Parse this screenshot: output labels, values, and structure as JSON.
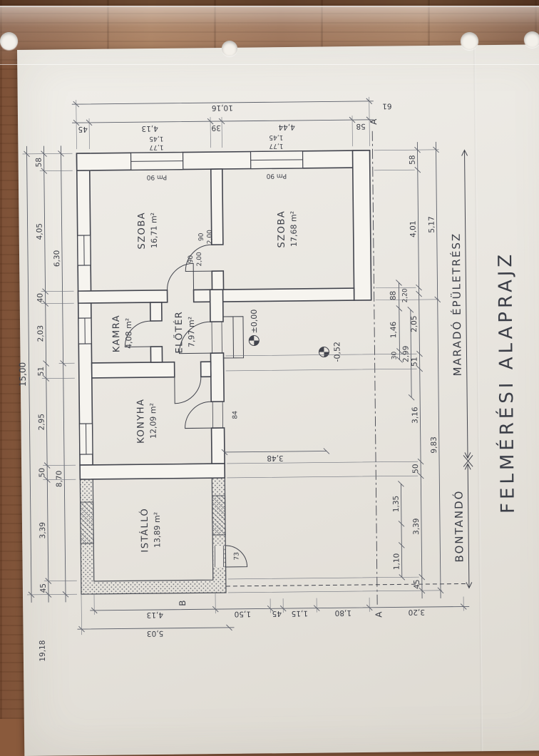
{
  "photo": {
    "description": "hand-drawn survey floor plan in a punched plastic sleeve lying on a wooden table",
    "colors": {
      "wood": "#96684a",
      "paper": "#eae7e1",
      "ink": "#3b3e47"
    }
  },
  "titles": {
    "main": "FELMÉRÉSI ALAPRAJZ",
    "remaining": "MARADÓ ÉPÜLETRÉSZ",
    "demolish": "BONTANDÓ"
  },
  "rooms": [
    {
      "name": "ISTÁLLÓ",
      "area": "13,89 m²"
    },
    {
      "name": "KONYHA",
      "area": "12,09 m²"
    },
    {
      "name": "KAMRA",
      "area": "4,08 m²"
    },
    {
      "name": "ELŐTÉR",
      "area": "7,97 m²"
    },
    {
      "name": "SZOBA",
      "area": "16,71 m²"
    },
    {
      "name": "SZOBA",
      "area": "17,68 m²"
    }
  ],
  "levels": {
    "zero": "±0,00",
    "minus": "-0,52"
  },
  "section": {
    "a": "A",
    "b": "B"
  },
  "corner_label": "19,18",
  "windows": {
    "width": "1,77",
    "height": "1,45",
    "parapet": "Pm 90"
  },
  "doors": {
    "stable": "73",
    "konyha": "84",
    "internal_w": "90",
    "internal_h": "2,00"
  },
  "dims": {
    "top": {
      "overall": "15,00",
      "sub": [
        "8,70",
        "6,30"
      ],
      "segments": [
        "45",
        "3,39",
        "50",
        "2,95",
        "51",
        "2,03",
        "40",
        "4,05",
        "58"
      ]
    },
    "right": {
      "overall": "10,16",
      "extra": "61",
      "segments": [
        "45",
        "4,13",
        "39",
        "4,44",
        "58"
      ]
    },
    "left": {
      "overall": "5,03",
      "segments": [
        "4,13",
        "1,50",
        "45",
        "1,15",
        "1,80",
        "3,20"
      ]
    },
    "bottom": {
      "row1a": [
        "1,10",
        "1,35"
      ],
      "row1b": [
        "30",
        "1,46",
        "88"
      ],
      "stacked": "2,20",
      "row1c": "2,99",
      "row2": [
        "45",
        "3,39",
        "50",
        "3,16",
        "51",
        "2,05",
        "4,01",
        "58"
      ],
      "row3": [
        "9,83",
        "5,17"
      ],
      "courtyard": "3,48"
    }
  }
}
